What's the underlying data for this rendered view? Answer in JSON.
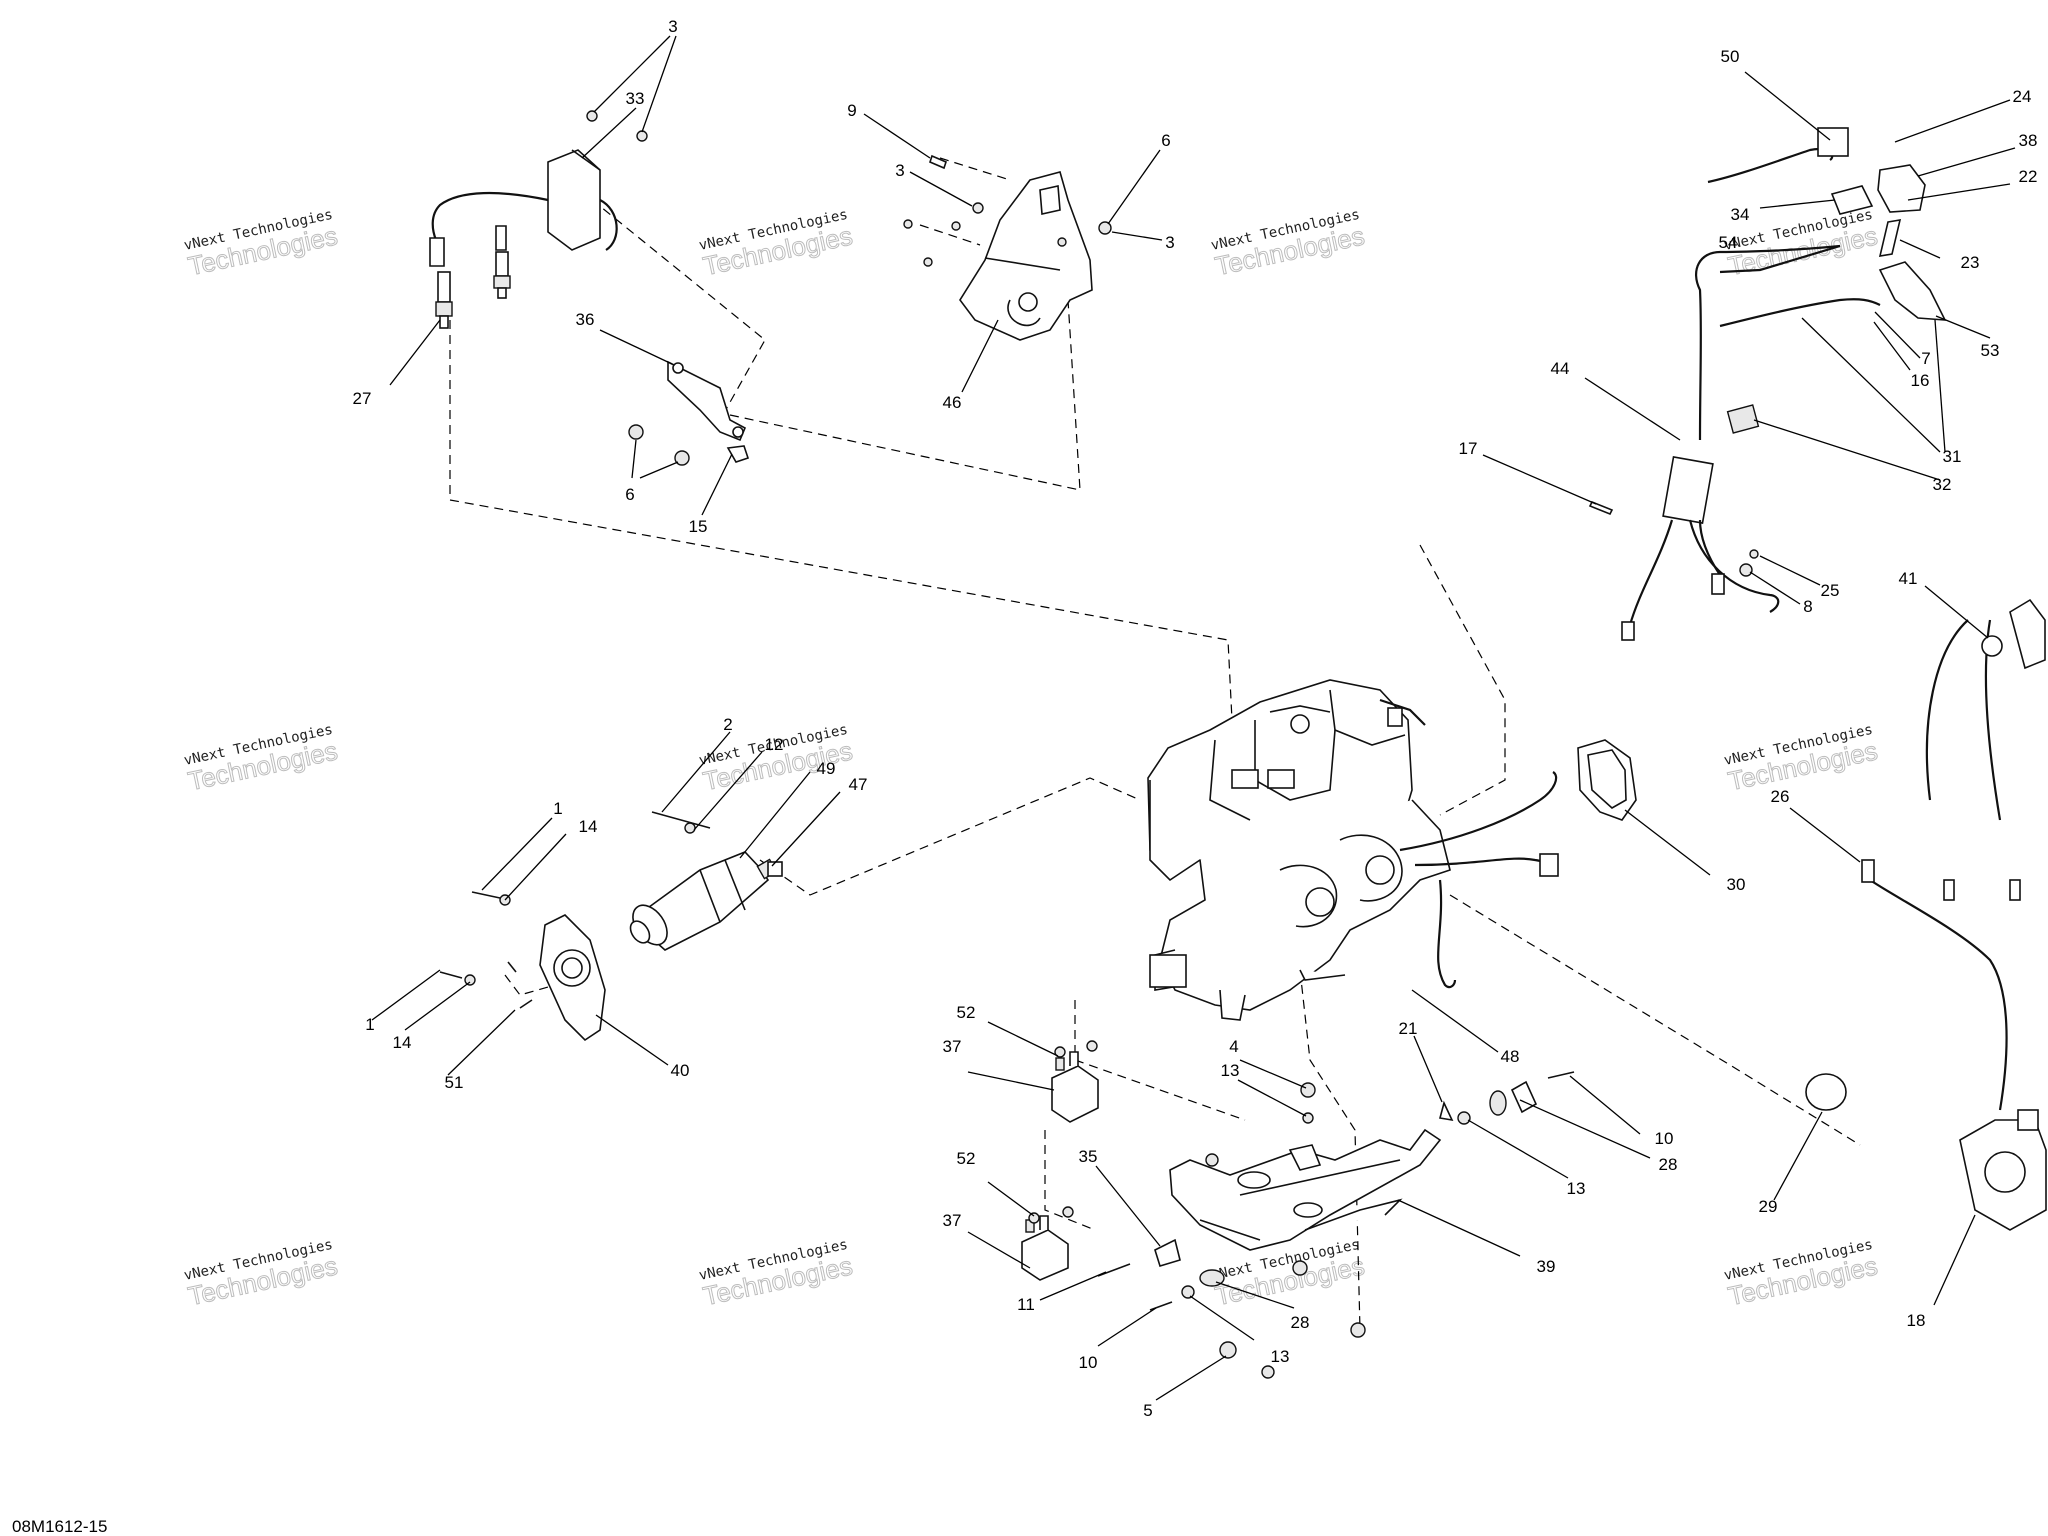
{
  "figure_id": "08M1612-15",
  "watermark": {
    "line1": "vNext Technologies",
    "line2": "Technologies"
  },
  "callouts": [
    {
      "id": "c3a",
      "label": "3"
    },
    {
      "id": "c33",
      "label": "33"
    },
    {
      "id": "c27",
      "label": "27"
    },
    {
      "id": "c36",
      "label": "36"
    },
    {
      "id": "c6a",
      "label": "6"
    },
    {
      "id": "c15",
      "label": "15"
    },
    {
      "id": "c9",
      "label": "9"
    },
    {
      "id": "c3b",
      "label": "3"
    },
    {
      "id": "c6b",
      "label": "6"
    },
    {
      "id": "c3c",
      "label": "3"
    },
    {
      "id": "c46",
      "label": "46"
    },
    {
      "id": "c50",
      "label": "50"
    },
    {
      "id": "c24",
      "label": "24"
    },
    {
      "id": "c38",
      "label": "38"
    },
    {
      "id": "c22",
      "label": "22"
    },
    {
      "id": "c34",
      "label": "34"
    },
    {
      "id": "c54",
      "label": "54"
    },
    {
      "id": "c23",
      "label": "23"
    },
    {
      "id": "c7",
      "label": "7"
    },
    {
      "id": "c16",
      "label": "16"
    },
    {
      "id": "c53",
      "label": "53"
    },
    {
      "id": "c44",
      "label": "44"
    },
    {
      "id": "c31",
      "label": "31"
    },
    {
      "id": "c32",
      "label": "32"
    },
    {
      "id": "c17",
      "label": "17"
    },
    {
      "id": "c25",
      "label": "25"
    },
    {
      "id": "c8",
      "label": "8"
    },
    {
      "id": "c41",
      "label": "41"
    },
    {
      "id": "c2",
      "label": "2"
    },
    {
      "id": "c12",
      "label": "12"
    },
    {
      "id": "c49",
      "label": "49"
    },
    {
      "id": "c47",
      "label": "47"
    },
    {
      "id": "c1a",
      "label": "1"
    },
    {
      "id": "c14a",
      "label": "14"
    },
    {
      "id": "c1b",
      "label": "1"
    },
    {
      "id": "c14b",
      "label": "14"
    },
    {
      "id": "c51",
      "label": "51"
    },
    {
      "id": "c40",
      "label": "40"
    },
    {
      "id": "c30",
      "label": "30"
    },
    {
      "id": "c26",
      "label": "26"
    },
    {
      "id": "c48",
      "label": "48"
    },
    {
      "id": "c52a",
      "label": "52"
    },
    {
      "id": "c37a",
      "label": "37"
    },
    {
      "id": "c4",
      "label": "4"
    },
    {
      "id": "c13a",
      "label": "13"
    },
    {
      "id": "c21",
      "label": "21"
    },
    {
      "id": "c10a",
      "label": "10"
    },
    {
      "id": "c28a",
      "label": "28"
    },
    {
      "id": "c13b",
      "label": "13"
    },
    {
      "id": "c29",
      "label": "29"
    },
    {
      "id": "c18",
      "label": "18"
    },
    {
      "id": "c52b",
      "label": "52"
    },
    {
      "id": "c35",
      "label": "35"
    },
    {
      "id": "c37b",
      "label": "37"
    },
    {
      "id": "c39",
      "label": "39"
    },
    {
      "id": "c11",
      "label": "11"
    },
    {
      "id": "c28b",
      "label": "28"
    },
    {
      "id": "c13c",
      "label": "13"
    },
    {
      "id": "c10b",
      "label": "10"
    },
    {
      "id": "c5",
      "label": "5"
    }
  ]
}
